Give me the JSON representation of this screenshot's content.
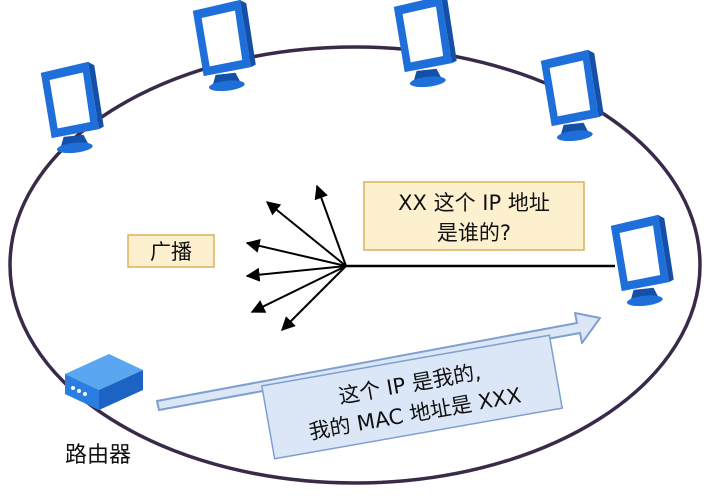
{
  "diagram": {
    "broadcast_label": "广播",
    "question_label": {
      "line1": "XX 这个 IP 地址",
      "line2": "是谁的?"
    },
    "reply_label": {
      "line1": "这个 IP 是我的,",
      "line2": "我的 MAC 地址是 XXX"
    },
    "router_label": "路由器"
  },
  "colors": {
    "ring": "#3a2a4a",
    "computer_blue": "#1e6fd9",
    "computer_dark": "#1450a8",
    "screen_white": "#ffffff",
    "question_box_fill": "#fdf0cf",
    "question_box_stroke": "#d9b25a",
    "broadcast_box_fill": "#fdf0cf",
    "broadcast_box_stroke": "#d9b25a",
    "reply_box_fill": "#dbe7f7",
    "reply_box_stroke": "#7f9fcf",
    "reply_arrow_fill": "#dbe7f7",
    "reply_arrow_stroke": "#7f9fcf",
    "router_fill": "#2a7de1"
  },
  "icons": [
    "computer-icon",
    "router-icon",
    "broadcast-arrows-icon",
    "reply-arrow-icon"
  ]
}
